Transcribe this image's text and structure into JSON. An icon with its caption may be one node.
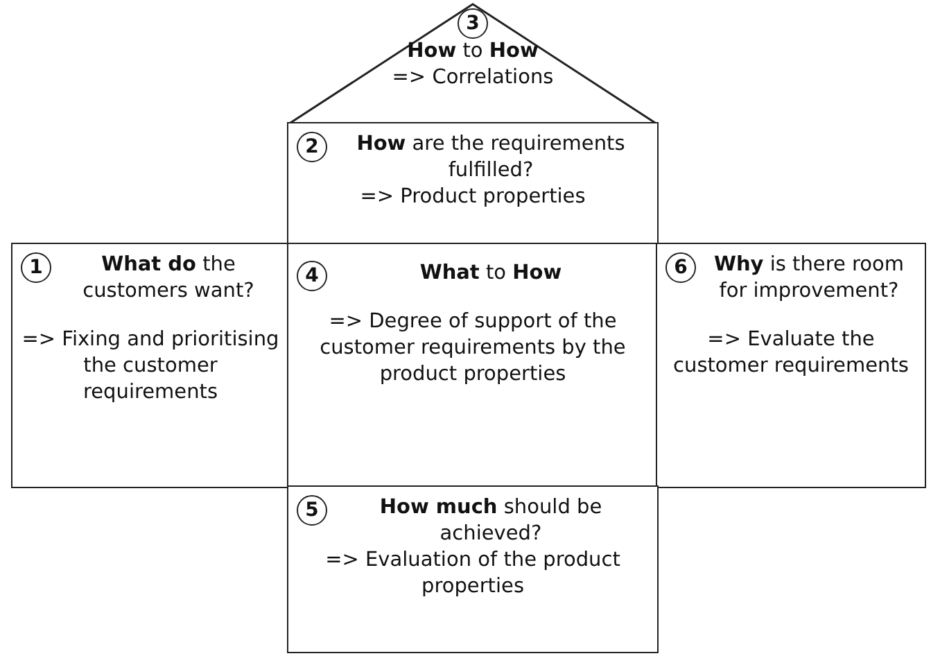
{
  "diagram": {
    "nodes": [
      {
        "text": [
          "3",
          "**How** to **How**",
          "=> Correlations"
        ]
      },
      {
        "text": [
          "2",
          "**How** are the requirements fulfilled?",
          "=> Product properties"
        ]
      },
      {
        "text": [
          "1",
          "**What do** the customers want?",
          "=> Fixing and prioritising the customer requirements"
        ]
      },
      {
        "text": [
          "4",
          "**What** to **How**",
          "=> Degree of support of the customer requirements by the product properties"
        ]
      },
      {
        "text": [
          "6",
          "**Why** is there room for improvement?",
          "=> Evaluate the customer requirements"
        ]
      },
      {
        "text": [
          "5",
          "**How much** should be achieved?",
          "=> Evaluation of the product properties"
        ]
      }
    ]
  }
}
